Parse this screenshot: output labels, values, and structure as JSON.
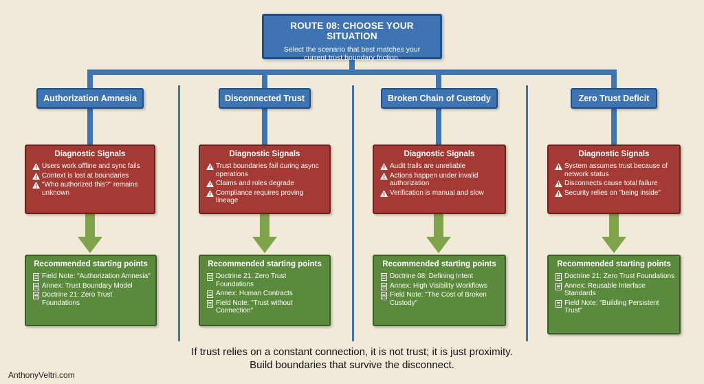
{
  "header": {
    "title": "ROUTE 08: CHOOSE YOUR SITUATION",
    "subtitle_line1": "Select the scenario that best matches your",
    "subtitle_line2": "current trust boundary friction."
  },
  "columns": [
    {
      "title": "Authorization Amnesia",
      "diagnostic_title": "Diagnostic Signals",
      "signals": [
        "Users work offline and sync fails",
        "Context is lost at boundaries",
        "\"Who authorized this?\" remains unknown"
      ],
      "rec_title": "Recommended starting points",
      "recommendations": [
        "Field Note: \"Authorization Amnesia\"",
        "Annex: Trust Boundary Model",
        "Doctrine 21: Zero Trust Foundations"
      ]
    },
    {
      "title": "Disconnected Trust",
      "diagnostic_title": "Diagnostic Signals",
      "signals": [
        "Trust boundaries fail during async operations",
        "Claims and roles degrade",
        "Compliance requires proving lineage"
      ],
      "rec_title": "Recommended starting points",
      "recommendations": [
        "Doctrine 21: Zero Trust Foundations",
        "Annex: Human Contracts",
        "Field Note: \"Trust without Connection\""
      ]
    },
    {
      "title": "Broken Chain of Custody",
      "diagnostic_title": "Diagnostic Signals",
      "signals": [
        "Audit trails are unreliable",
        "Actions happen under invalid authorization",
        "Verification is manual and slow"
      ],
      "rec_title": "Recommended starting points",
      "recommendations": [
        "Doctrine 08: Defining Intent",
        "Annex: High Visibility Workflows",
        "Field Note: \"The Cost of Broken Custody\""
      ]
    },
    {
      "title": "Zero Trust Deficit",
      "diagnostic_title": "Diagnostic Signals",
      "signals": [
        "System assumes trust because of network status",
        "Disconnects cause total failure",
        "Security relies on \"being inside\""
      ],
      "rec_title": "Recommended starting points",
      "recommendations": [
        "Doctrine 21: Zero Trust Foundations",
        "Annex: Reusable Interface Standards",
        "Field Note: \"Building Persistent Trust\""
      ]
    }
  ],
  "footer": {
    "quote_line1": "If trust relies on a constant connection, it is not trust; it is just proximity.",
    "quote_line2": "Build boundaries that survive the disconnect.",
    "site": "AnthonyVeltri.com"
  },
  "colors": {
    "blue": "#3f74b3",
    "red": "#a33a33",
    "green": "#5b8a3c",
    "arrow_green": "#7fa34a",
    "background": "#f1ead9"
  }
}
